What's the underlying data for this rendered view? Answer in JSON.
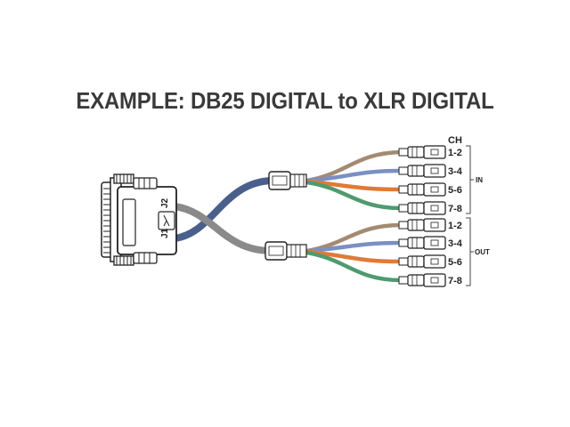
{
  "title": "EXAMPLE: DB25 DIGITAL to XLR DIGITAL",
  "connector": {
    "j1_label": "J1",
    "j2_label": "J2"
  },
  "channel_header": "CH",
  "groups": [
    {
      "label": "IN",
      "channels": [
        "1-2",
        "3-4",
        "5-6",
        "7-8"
      ]
    },
    {
      "label": "OUT",
      "channels": [
        "1-2",
        "3-4",
        "5-6",
        "7-8"
      ]
    }
  ],
  "colors": {
    "cable_blue": "#4a5f8c",
    "cable_gray": "#8a8a8a",
    "lead_brown": "#a48a72",
    "lead_blue": "#7a8fc4",
    "lead_orange": "#e07a35",
    "lead_green": "#4f9a6e",
    "text": "#3a3a3a"
  }
}
